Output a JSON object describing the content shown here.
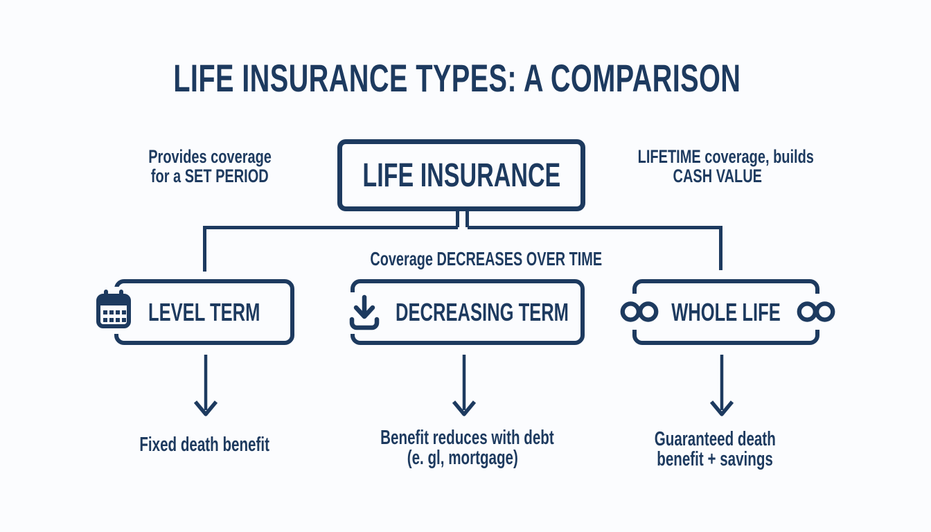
{
  "colors": {
    "accent": "#1d3a5f",
    "background": "#fbfcfe"
  },
  "title": "LIFE INSURANCE TYPES: A COMPARISON",
  "root": {
    "label": "LIFE INSURANCE"
  },
  "annotations": {
    "left": [
      "Provides coverage",
      "for a SET PERIOD"
    ],
    "right": [
      "LIFETIME coverage, builds",
      "CASH VALUE"
    ],
    "middle": "Coverage DECREASES OVER TIME"
  },
  "branches": [
    {
      "label": "LEVEL TERM",
      "icon": "calendar-icon",
      "outcome": [
        "Fixed death benefit"
      ]
    },
    {
      "label": "DECREASING TERM",
      "icon": "download-arrow-icon",
      "outcome": [
        "Benefit reduces with debt",
        "(e. gl, mortgage)"
      ]
    },
    {
      "label": "WHOLE LIFE",
      "icon": "infinity-icon",
      "outcome": [
        "Guaranteed death",
        "benefit + savings"
      ]
    }
  ]
}
